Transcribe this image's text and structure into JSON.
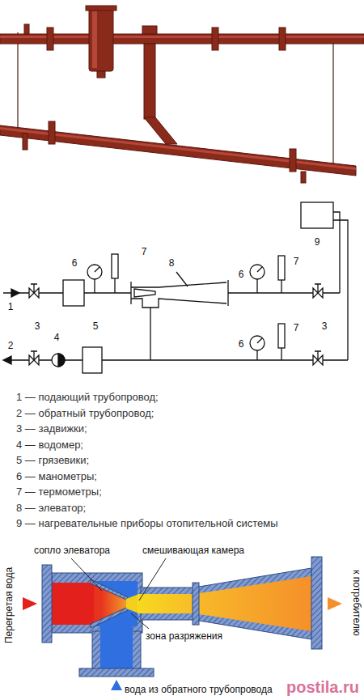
{
  "diagram": {
    "labels": [
      "1",
      "2",
      "3",
      "4",
      "5",
      "6",
      "7",
      "8",
      "6",
      "6",
      "7",
      "7",
      "3",
      "9",
      "1 — подающий трубопровод;",
      "2 — обратный трубопровод;",
      "3 — задвижки;",
      "4 — водомер;",
      "5 — грязевики;",
      "6 — манометры;",
      "7 — термометры;",
      "8 — элеватор;",
      "9 — нагревательные приборы отопительной системы",
      "сопло элеватора",
      "смешивающая камера",
      "Перегретая вода",
      "к потребителю",
      "зона разряжения",
      "вода из обратного трубопровода",
      "postila.ru"
    ]
  }
}
